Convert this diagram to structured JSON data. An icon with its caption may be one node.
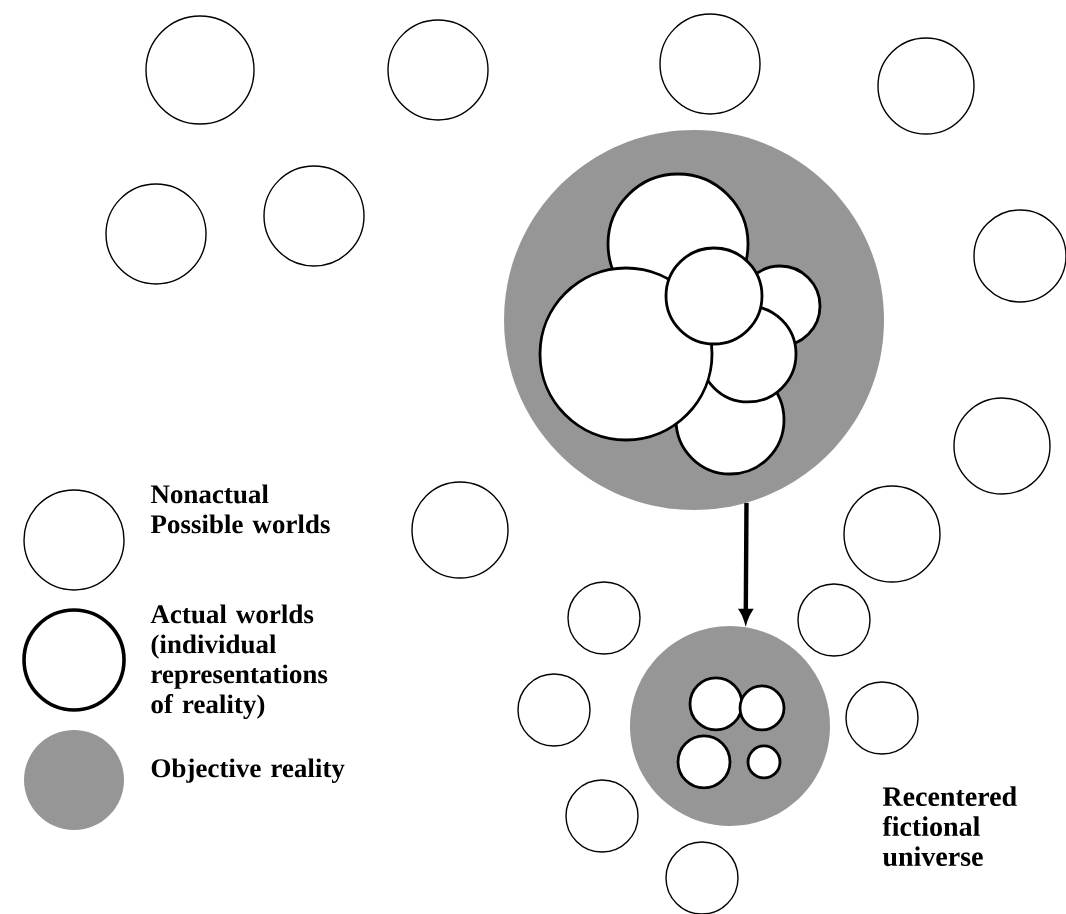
{
  "diagram": {
    "nodes": [
      {
        "text": [],
        "shape": "circle"
      },
      {
        "text": [],
        "shape": "circle",
        "beside": [
          "Recentered fictional universe"
        ]
      }
    ],
    "edges": [
      {
        "from": 0,
        "to": 1,
        "arrow": "to"
      }
    ],
    "legend": [
      {
        "text": "Nonactual Possible worlds"
      },
      {
        "text": "Actual worlds (individual representations of reality)"
      },
      {
        "text": "Objective reality"
      }
    ]
  }
}
